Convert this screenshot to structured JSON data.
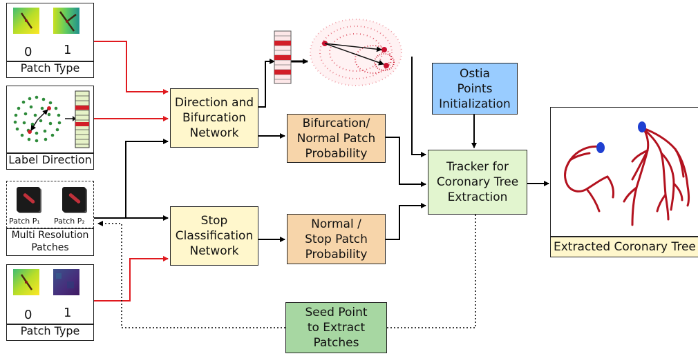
{
  "nodes": {
    "direction_network": "Direction and\nBifurcation\nNetwork",
    "stop_network": "Stop\nClassification\nNetwork",
    "bifurcation_prob": "Bifurcation/\nNormal Patch\nProbability",
    "stop_prob": "Normal /\nStop Patch\nProbability",
    "ostia": "Ostia\nPoints\nInitialization",
    "tracker": "Tracker for\nCoronary Tree\nExtraction",
    "seed": "Seed Point\nto Extract\nPatches"
  },
  "panels": {
    "patch_type_top": {
      "caption": "Patch Type",
      "label_0": "0",
      "label_1": "1"
    },
    "label_direction": {
      "caption": "Label Direction"
    },
    "multi_res": {
      "caption": "Multi Resolution\nPatches",
      "label_p1": "Patch P₁",
      "label_p2": "Patch P₂"
    },
    "patch_type_bottom": {
      "caption": "Patch Type",
      "label_0": "0",
      "label_1": "1"
    },
    "output": {
      "caption": "Extracted Coronary Tree"
    }
  },
  "colors": {
    "yellow": "#fff7cc",
    "orange": "#f7d5aa",
    "light_green": "#e2f5cf",
    "blue": "#99ccff",
    "dark_green": "#a7d7a2",
    "red_arrow": "#e0191e",
    "vessel": "#b3121f",
    "ostia_dot": "#1f3fd1"
  }
}
